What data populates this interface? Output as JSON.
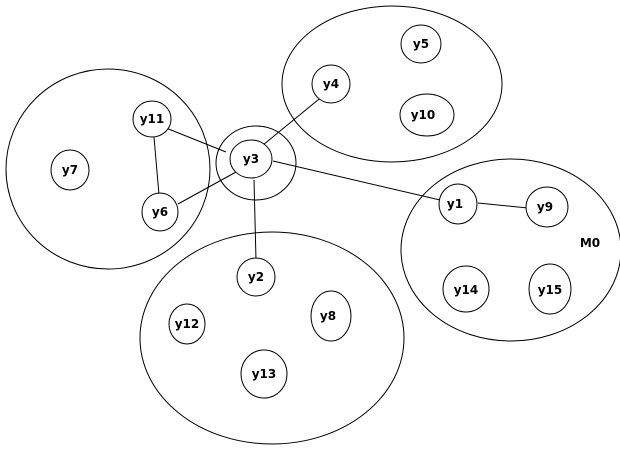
{
  "diagram": {
    "groups": [
      "left-cluster",
      "top-cluster",
      "center-cluster",
      "bottom-cluster",
      "right-cluster"
    ],
    "group_label": "M0",
    "nodes": {
      "y1": "y1",
      "y2": "y2",
      "y3": "y3",
      "y4": "y4",
      "y5": "y5",
      "y6": "y6",
      "y7": "y7",
      "y8": "y8",
      "y9": "y9",
      "y10": "y10",
      "y11": "y11",
      "y12": "y12",
      "y13": "y13",
      "y14": "y14",
      "y15": "y15"
    },
    "edges": [
      [
        "y11",
        "y3"
      ],
      [
        "y11",
        "y6"
      ],
      [
        "y6",
        "y3"
      ],
      [
        "y3",
        "y4"
      ],
      [
        "y3",
        "y1"
      ],
      [
        "y3",
        "y2"
      ],
      [
        "y1",
        "y9"
      ]
    ]
  }
}
